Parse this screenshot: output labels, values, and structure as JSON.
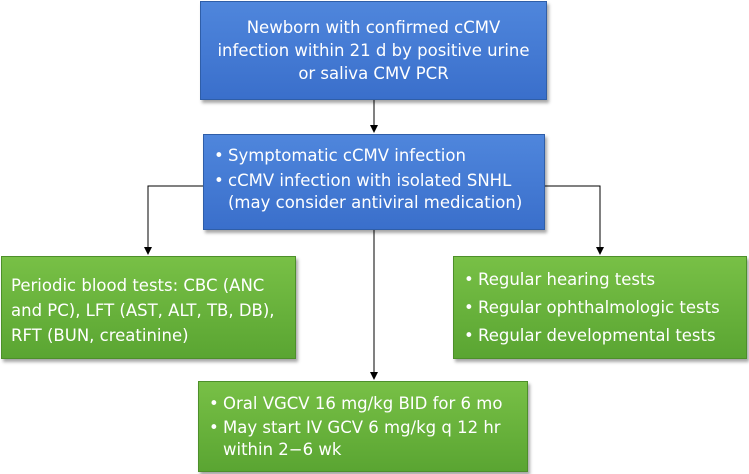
{
  "box_top": {
    "text": "Newborn with confirmed cCMV infection within 21 d by positive urine or saliva CMV PCR"
  },
  "box_middle": {
    "items": [
      "Symptomatic cCMV infection",
      "cCMV infection with isolated SNHL (may consider antiviral medication)"
    ]
  },
  "box_left": {
    "text": "Periodic blood tests: CBC (ANC and PC), LFT (AST, ALT, TB, DB), RFT (BUN, creatinine)"
  },
  "box_right": {
    "items": [
      "Regular hearing tests",
      "Regular ophthalmologic tests",
      "Regular developmental tests"
    ]
  },
  "box_bottom": {
    "items": [
      "Oral VGCV 16 mg/kg BID for 6 mo",
      "May start IV GCV 6 mg/kg q 12 hr within 2−6 wk"
    ]
  },
  "colors": {
    "blue": "#4177d6",
    "green": "#6cb43f",
    "connector": "#000000"
  }
}
